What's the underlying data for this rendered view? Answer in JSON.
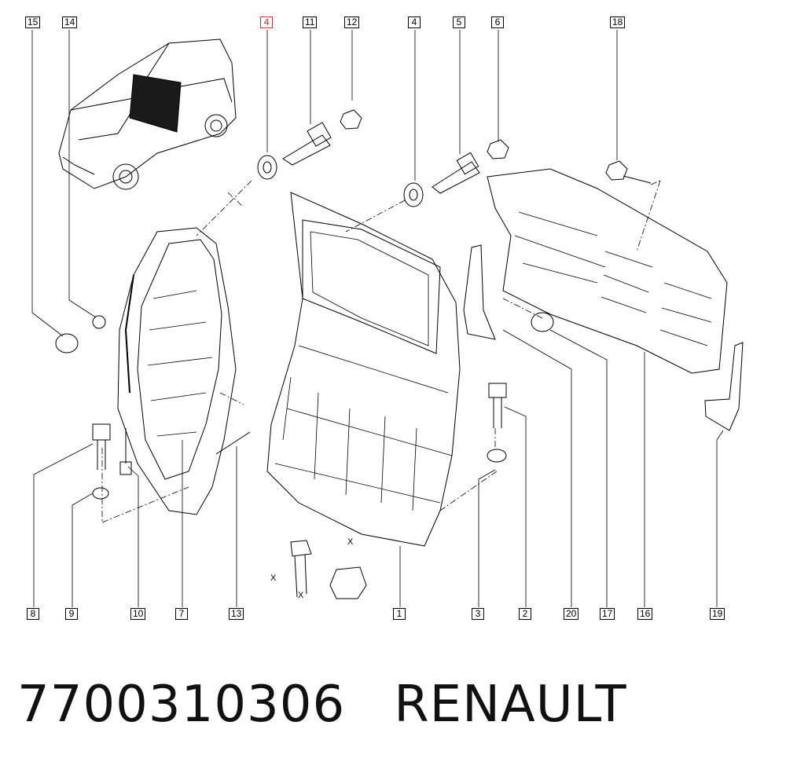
{
  "callouts": {
    "c15": "15",
    "c14": "14",
    "c4a": "4",
    "c11": "11",
    "c12": "12",
    "c4b": "4",
    "c5": "5",
    "c6": "6",
    "c18": "18",
    "c8": "8",
    "c9": "9",
    "c10": "10",
    "c7": "7",
    "c13": "13",
    "c1": "1",
    "c3": "3",
    "c2": "2",
    "c20": "20",
    "c17": "17",
    "c16": "16",
    "c19": "19"
  },
  "dimension_marks": {
    "x1": "X",
    "x2": "X",
    "x3": "X"
  },
  "footer": {
    "part_number": "7700310306",
    "brand": "RENAULT"
  },
  "colors": {
    "highlight": "#e0282e",
    "ink": "#000000"
  }
}
